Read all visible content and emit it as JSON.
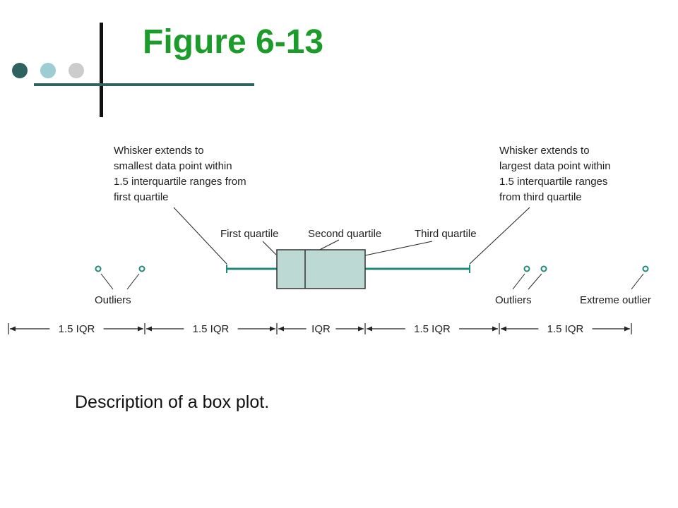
{
  "slide": {
    "title": "Figure 6-13",
    "caption": "Description of a box plot.",
    "colors": {
      "title": "#1a9b2a",
      "dot_dark": "#2f6361",
      "dot_mid": "#9ccdd3",
      "dot_light": "#cccccc",
      "rule": "#2f6361",
      "whisker": "#1f8a7a",
      "box_fill": "#bcd9d3",
      "outlier": "#1f8a7a"
    }
  },
  "diagram": {
    "annotations": {
      "whisker_left": [
        "Whisker extends to",
        "smallest data point within",
        "1.5 interquartile ranges from",
        "first quartile"
      ],
      "whisker_right": [
        "Whisker extends to",
        "largest data point within",
        "1.5 interquartile ranges",
        "from third quartile"
      ],
      "first_quartile": "First quartile",
      "second_quartile": "Second quartile",
      "third_quartile": "Third quartile",
      "outliers_left": "Outliers",
      "outliers_right": "Outliers",
      "extreme_outlier": "Extreme outlier"
    },
    "scale_segments": [
      "1.5 IQR",
      "1.5 IQR",
      "IQR",
      "1.5 IQR",
      "1.5 IQR"
    ]
  }
}
